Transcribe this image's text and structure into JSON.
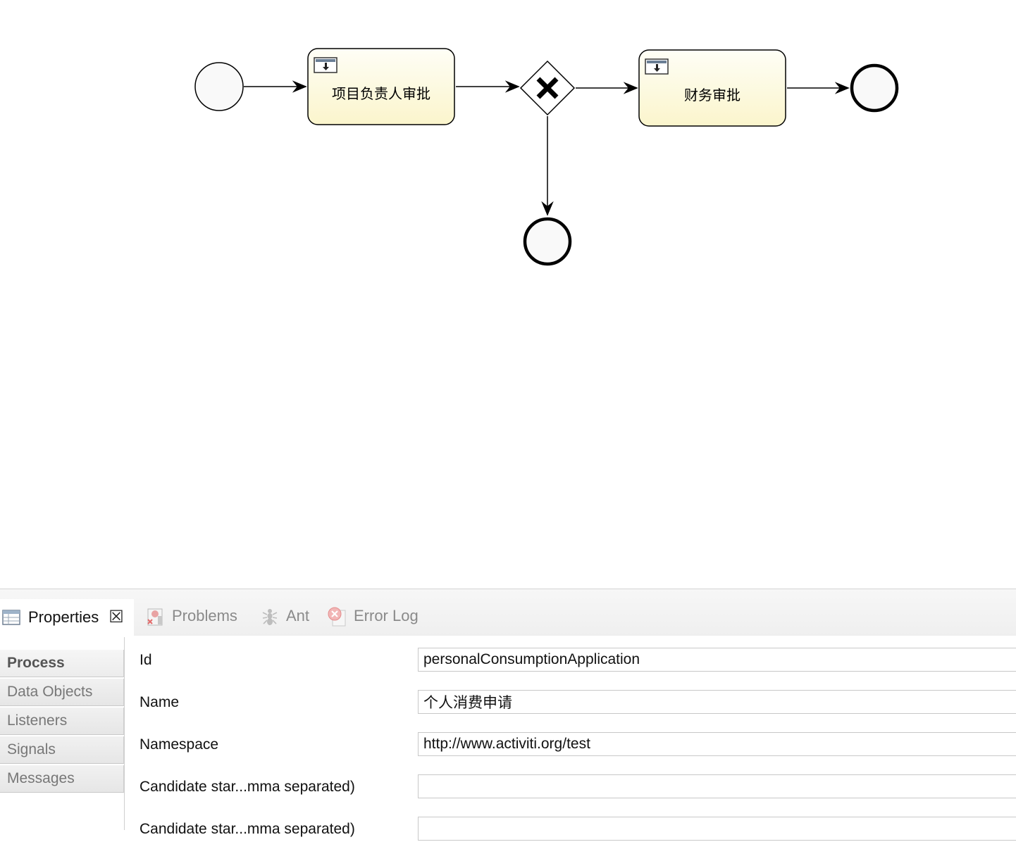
{
  "diagram": {
    "tasks": [
      {
        "label": "项目负责人审批"
      },
      {
        "label": "财务审批"
      }
    ],
    "colors": {
      "task_fill_top": "#fefef6",
      "task_fill_bottom": "#fbf5cc",
      "stroke": "#000000"
    }
  },
  "panel": {
    "tabs": [
      {
        "label": "Properties",
        "icon": "table-icon"
      },
      {
        "label": "Problems",
        "icon": "problems-icon"
      },
      {
        "label": "Ant",
        "icon": "ant-icon"
      },
      {
        "label": "Error Log",
        "icon": "error-log-icon"
      }
    ],
    "close_glyph": "☒",
    "side_items": [
      {
        "label": "Process",
        "active": true
      },
      {
        "label": "Data Objects"
      },
      {
        "label": "Listeners"
      },
      {
        "label": "Signals"
      },
      {
        "label": "Messages"
      }
    ],
    "fields": [
      {
        "label": "Id",
        "value": "personalConsumptionApplication"
      },
      {
        "label": "Name",
        "value": "个人消费申请"
      },
      {
        "label": "Namespace",
        "value": "http://www.activiti.org/test"
      },
      {
        "label": "Candidate star...mma separated)",
        "value": ""
      },
      {
        "label": "Candidate star...mma separated)",
        "value": ""
      }
    ]
  }
}
